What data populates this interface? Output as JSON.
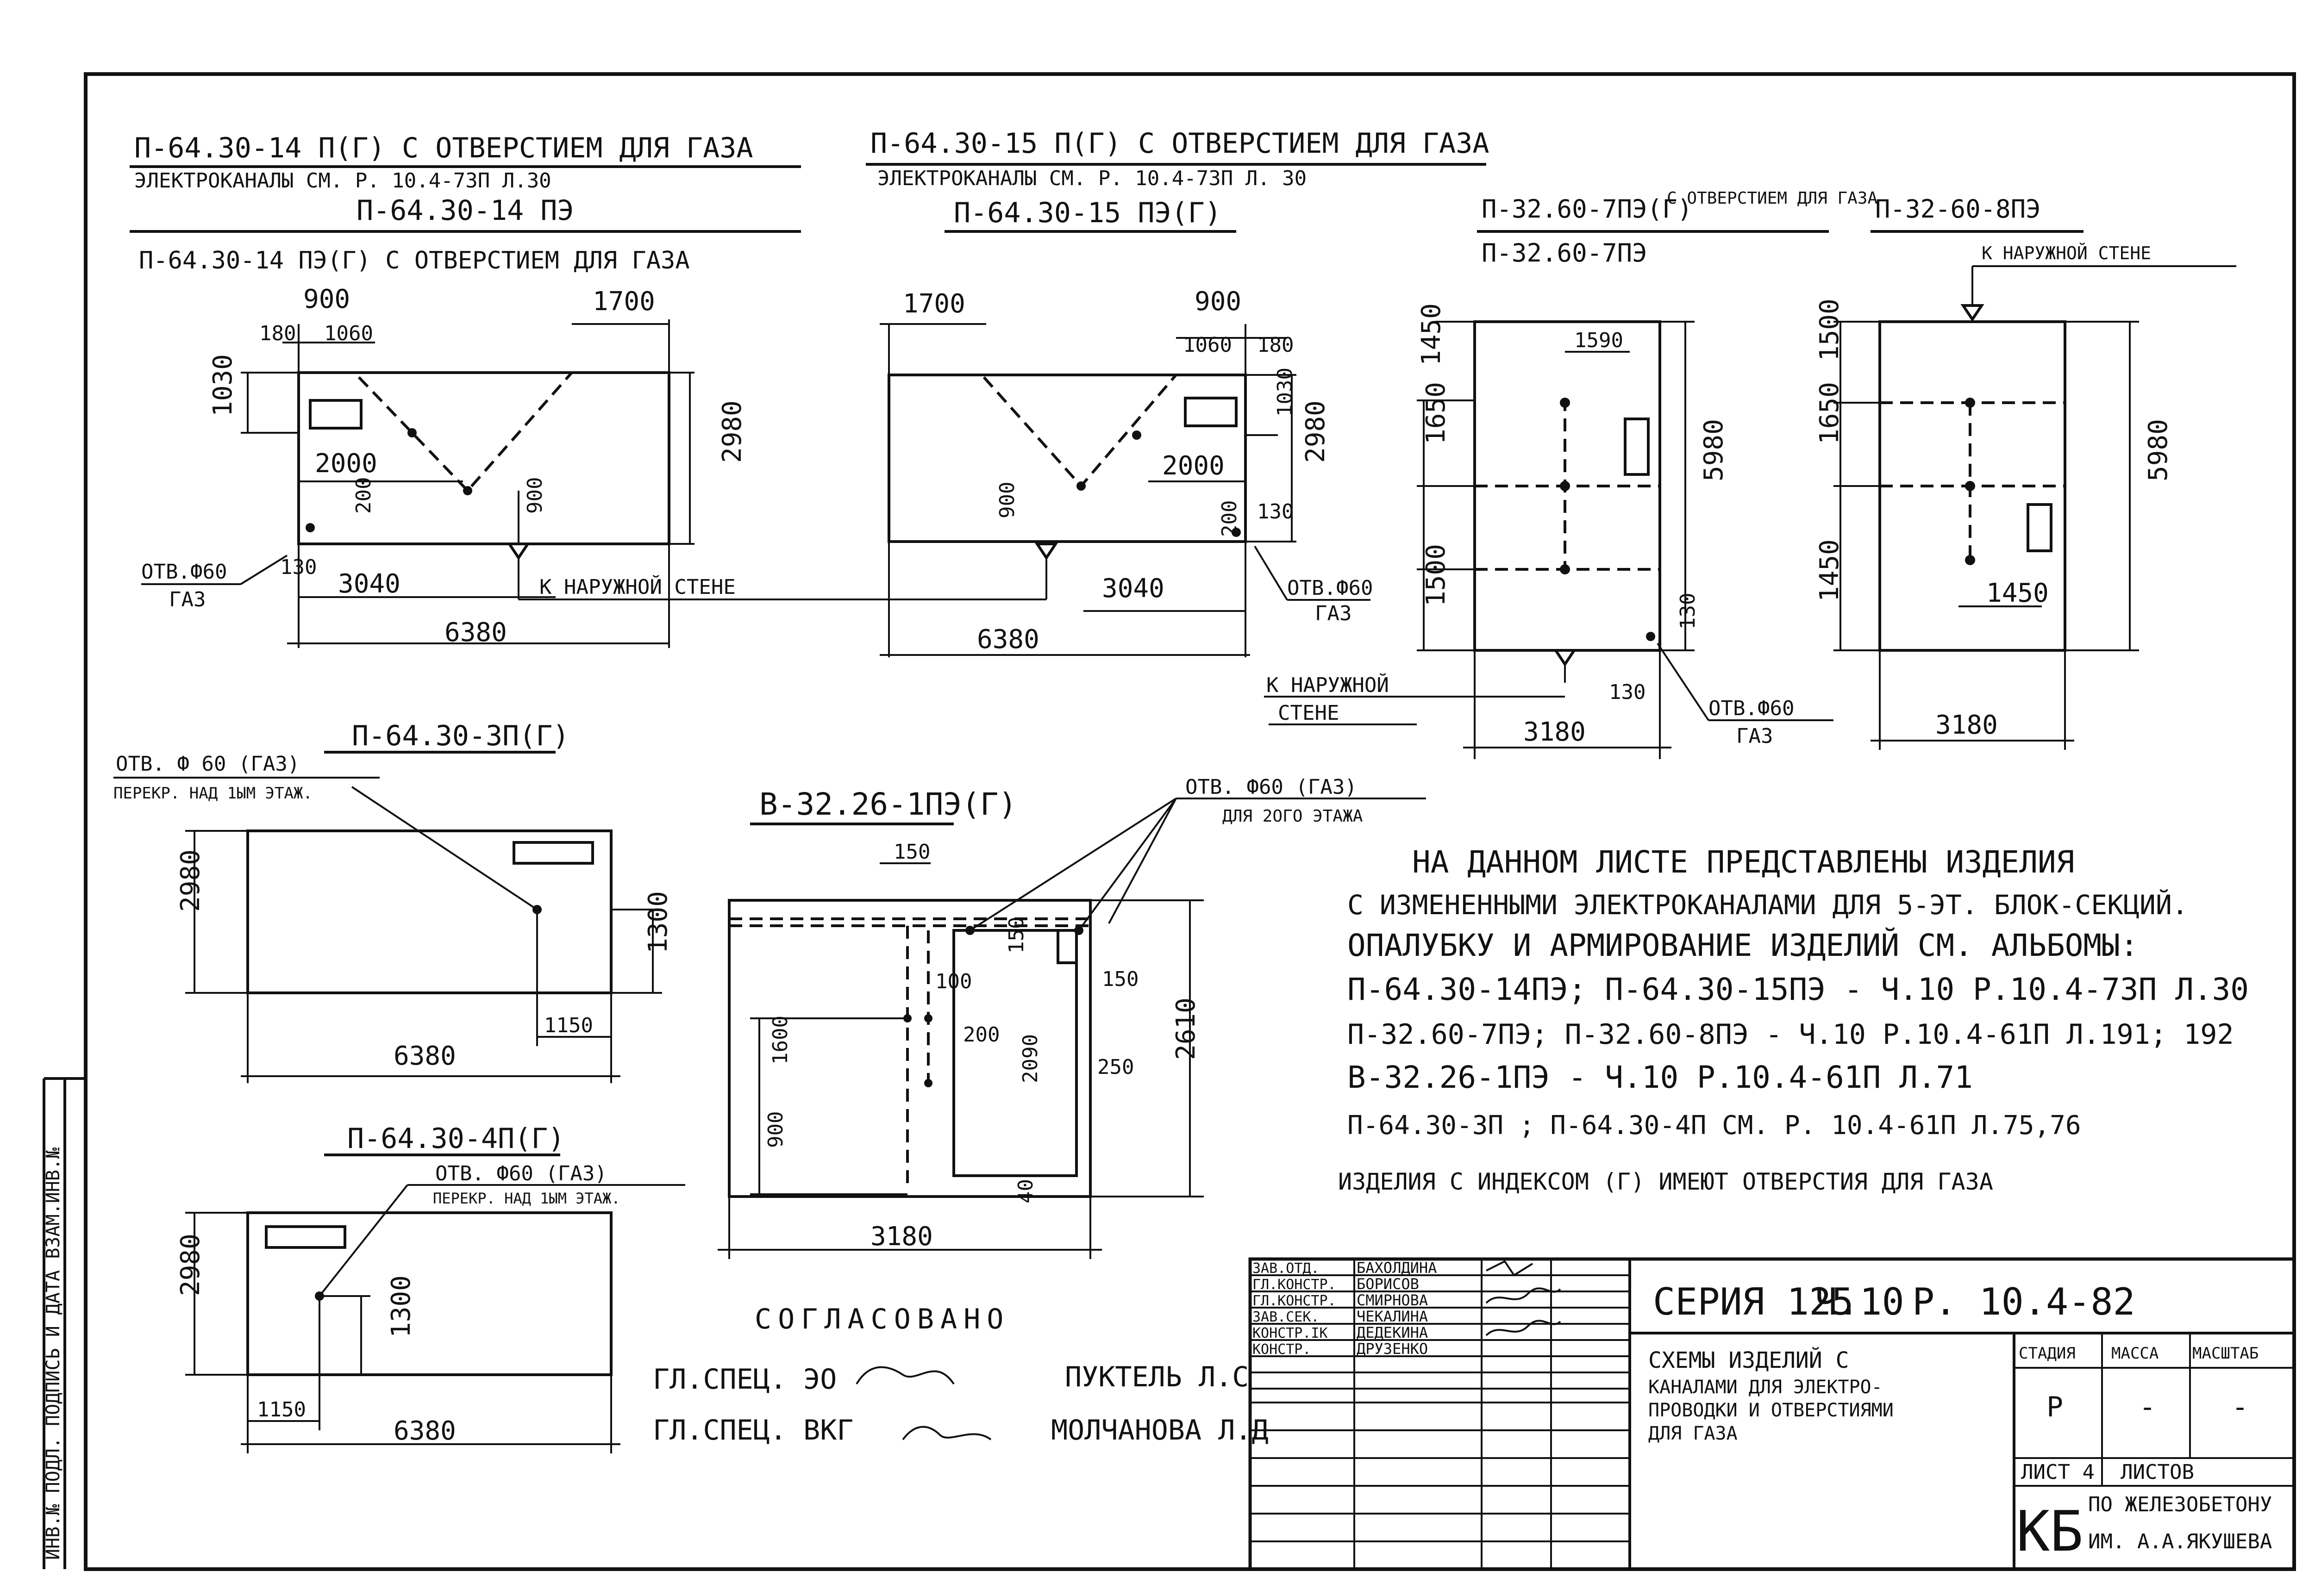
{
  "panels": {
    "p1": {
      "title1": "П-64.30-14 П(Г) С ОТВЕРСТИЕМ ДЛЯ ГАЗА",
      "sub": "ЭЛЕКТРОКАНАЛЫ СМ. Р. 10.4-73П Л.30",
      "title2": "П-64.30-14 ПЭ",
      "title3": "П-64.30-14 ПЭ(Г) С ОТВЕРСТИЕМ ДЛЯ ГАЗА",
      "dims": [
        "900",
        "180",
        "1060",
        "1700",
        "1030",
        "2000",
        "200",
        "900",
        "2980",
        "130",
        "3040",
        "6380"
      ],
      "hole": "ОТВ.Ф60",
      "hole_sub": "ГАЗ"
    },
    "p2": {
      "title1": "П-64.30-15 П(Г) С ОТВЕРСТИЕМ ДЛЯ ГАЗА",
      "sub": "ЭЛЕКТРОКАНАЛЫ СМ. Р. 10.4-73П Л. 30",
      "title2": "П-64.30-15 ПЭ(Г)",
      "dims": [
        "1700",
        "900",
        "1060",
        "180",
        "1030",
        "2980",
        "2000",
        "900",
        "200",
        "130",
        "3040",
        "6380"
      ],
      "hole": "ОТВ.Ф60",
      "hole_sub": "ГАЗ"
    },
    "outer_wall": "К НАРУЖНОЙ СТЕНЕ",
    "p3": {
      "title1": "П-32.60-7ПЭ(Г)",
      "note": "С ОТВЕРСТИЕМ ДЛЯ ГАЗА",
      "title2": "П-32.60-7ПЭ",
      "dims": [
        "1590",
        "1450",
        "1650",
        "5980",
        "1500",
        "130",
        "130",
        "3180"
      ],
      "wall1": "К НАРУЖНОЙ",
      "wall2": "СТЕНЕ",
      "hole": "ОТВ.Ф60",
      "hole_sub": "ГАЗ"
    },
    "p4": {
      "title": "П-32-60-8ПЭ",
      "wall": "К НАРУЖНОЙ СТЕНЕ",
      "dims": [
        "1500",
        "1650",
        "5980",
        "1450",
        "1450",
        "3180"
      ]
    },
    "p5": {
      "title": "П-64.30-3П(Г)",
      "hole": "ОТВ. Ф 60 (ГАЗ)",
      "hole_sub": "ПЕРЕКР. НАД 1ЫМ ЭТАЖ.",
      "dims": [
        "2980",
        "1300",
        "1150",
        "6380"
      ]
    },
    "p6": {
      "title": "В-32.26-1ПЭ(Г)",
      "hole": "ОТВ. Ф60 (ГАЗ)",
      "hole_sub": "ДЛЯ 2ОГО ЭТАЖА",
      "dims": [
        "150",
        "150",
        "100",
        "150",
        "1600",
        "200",
        "2090",
        "2610",
        "250",
        "900",
        "40",
        "3180"
      ]
    },
    "p7": {
      "title": "П-64.30-4П(Г)",
      "hole": "ОТВ. Ф60 (ГАЗ)",
      "hole_sub": "ПЕРЕКР. НАД 1ЫМ ЭТАЖ.",
      "dims": [
        "2980",
        "1300",
        "1150",
        "6380"
      ]
    }
  },
  "notes": [
    "НА ДАННОМ ЛИСТЕ ПРЕДСТАВЛЕНЫ ИЗДЕЛИЯ",
    "С ИЗМЕНЕННЫМИ ЭЛЕКТРОКАНАЛАМИ ДЛЯ 5-ЭТ. БЛОК-СЕКЦИЙ.",
    "ОПАЛУБКУ И АРМИРОВАНИЕ ИЗДЕЛИЙ СМ. АЛЬБОМЫ:",
    "П-64.30-14ПЭ; П-64.30-15ПЭ - Ч.10 Р.10.4-73П Л.30",
    "П-32.60-7ПЭ; П-32.60-8ПЭ - Ч.10 Р.10.4-61П Л.191; 192",
    "В-32.26-1ПЭ - Ч.10 Р.10.4-61П Л.71",
    "П-64.30-3П ; П-64.30-4П СМ. Р. 10.4-61П Л.75,76",
    "ИЗДЕЛИЯ С ИНДЕКСОМ (Г) ИМЕЮТ ОТВЕРСТИЯ ДЛЯ ГАЗА"
  ],
  "agreed": {
    "label": "СОГЛАСОВАНО",
    "row1_role": "ГЛ.СПЕЦ. ЭО",
    "row1_name": "ПУКТЕЛЬ Л.С",
    "row2_role": "ГЛ.СПЕЦ. ВКГ",
    "row2_name": "МОЛЧАНОВА Л.Д"
  },
  "titleblock": {
    "series": "СЕРИЯ 125",
    "part": "Ч.10",
    "release": "Р. 10.4-82",
    "signatures": [
      {
        "role": "ЗАВ.ОТД.",
        "name": "БАХОЛДИНА"
      },
      {
        "role": "ГЛ.КОНСТР.",
        "name": "БОРИСОВ"
      },
      {
        "role": "ГЛ.КОНСТР.",
        "name": "СМИРНОВА"
      },
      {
        "role": "ЗАВ.СЕК.",
        "name": "ЧЕКАЛИНА"
      },
      {
        "role": "КОНСТР.IК",
        "name": "ДЕДЕКИНА"
      },
      {
        "role": "КОНСТР.",
        "name": "ДРУЗЕНКО"
      }
    ],
    "description": [
      "СХЕМЫ ИЗДЕЛИЙ С",
      "КАНАЛАМИ ДЛЯ ЭЛЕКТРО-",
      "ПРОВОДКИ И ОТВЕРСТИЯМИ",
      "ДЛЯ ГАЗА"
    ],
    "h_stage": "СТАДИЯ",
    "h_mass": "МАССА",
    "h_scale": "МАСШТАБ",
    "v_stage": "Р",
    "v_mass": "-",
    "v_scale": "-",
    "sheet_label": "ЛИСТ 4",
    "sheets_label": "ЛИСТОВ",
    "org_code": "КБ",
    "org1": "ПО ЖЕЛЕЗОБЕТОНУ",
    "org2": "ИМ. А.А.ЯКУШЕВА"
  },
  "side_stamp": "ИНВ.№ ПОДЛ. ПОДПИСЬ И ДАТА ВЗАМ.ИНВ.№"
}
